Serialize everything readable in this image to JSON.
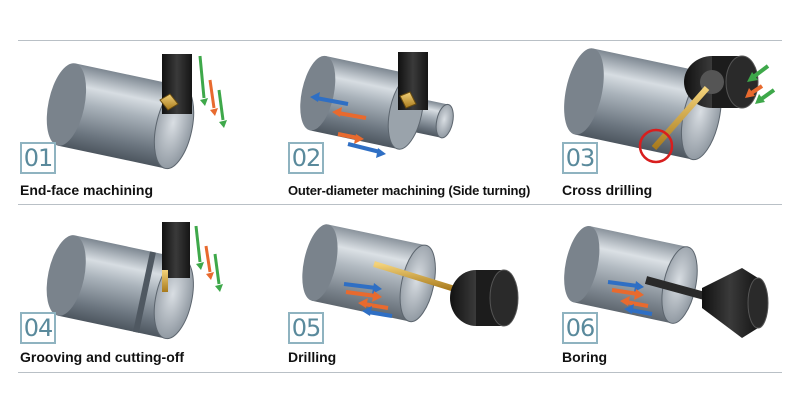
{
  "operations": [
    {
      "number": "01",
      "label": "End-face machining"
    },
    {
      "number": "02",
      "label": "Outer-diameter machining (Side turning)"
    },
    {
      "number": "03",
      "label": "Cross drilling"
    },
    {
      "number": "04",
      "label": "Grooving and cutting-off"
    },
    {
      "number": "05",
      "label": "Drilling"
    },
    {
      "number": "06",
      "label": "Boring"
    }
  ],
  "colors": {
    "arrow_green": "#3ea84a",
    "arrow_orange": "#e86a2e",
    "arrow_blue": "#2f6fc4",
    "highlight_red": "#d81e1e",
    "number_frame": "#8fb3c0",
    "rule": "#b9c0c6"
  }
}
